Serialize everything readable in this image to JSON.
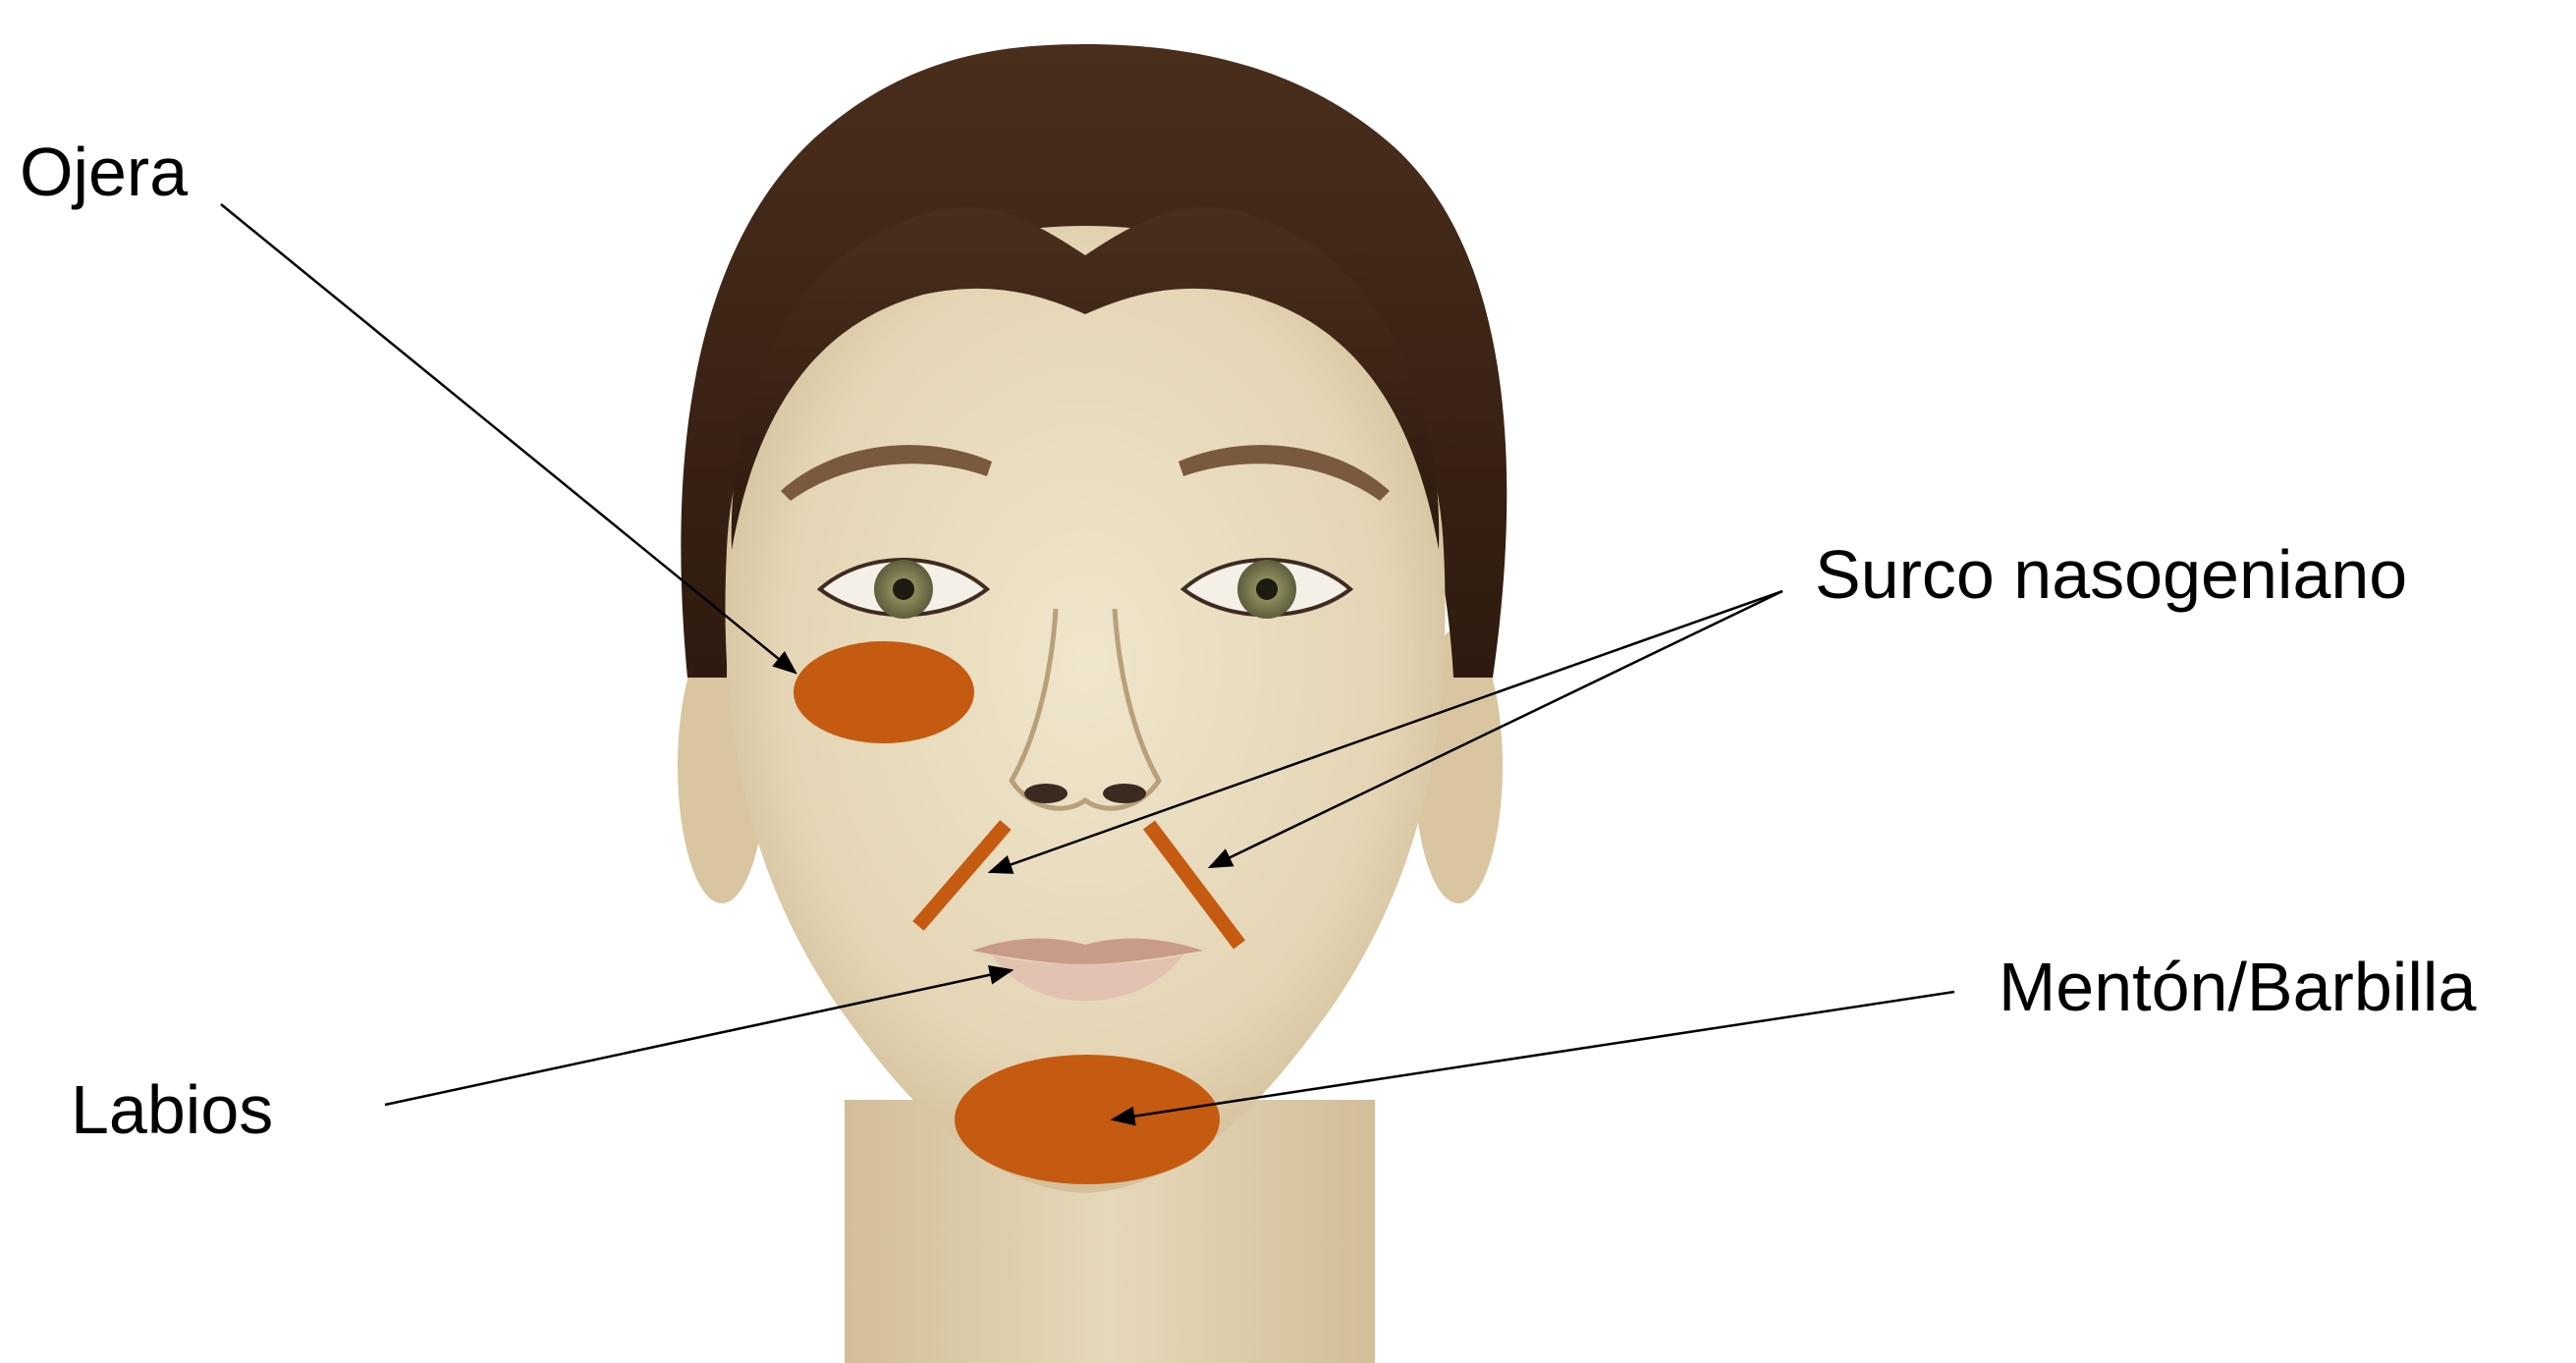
{
  "labels": {
    "ojera": "Ojera",
    "surco": "Surco nasogeniano",
    "labios": "Labios",
    "menton": "Mentón/Barbilla"
  },
  "colors": {
    "marker": "#c55a11",
    "skin": "#e9dcbf",
    "hair": "#3b2416",
    "line": "#000000"
  }
}
